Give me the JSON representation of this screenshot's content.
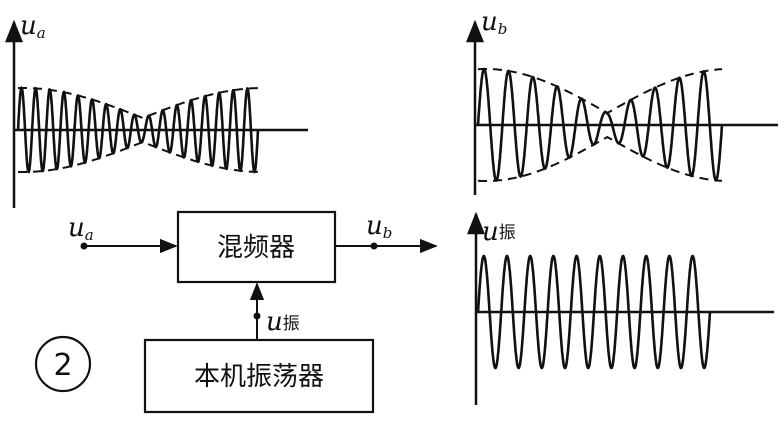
{
  "waveforms": {
    "ua": {
      "symbol": "u",
      "subscript": "a"
    },
    "ub": {
      "symbol": "u",
      "subscript": "b"
    },
    "uzhen": {
      "symbol": "u",
      "subscript": "振"
    }
  },
  "block": {
    "input_symbol": "u",
    "input_sub": "a",
    "output_symbol": "u",
    "output_sub": "b",
    "osc_symbol": "u",
    "osc_sub": "振",
    "mixer_label": "混频器",
    "oscillator_label": "本机振荡器"
  },
  "figure_number": "2",
  "colors": {
    "ink": "#111111",
    "background": "#ffffff"
  }
}
